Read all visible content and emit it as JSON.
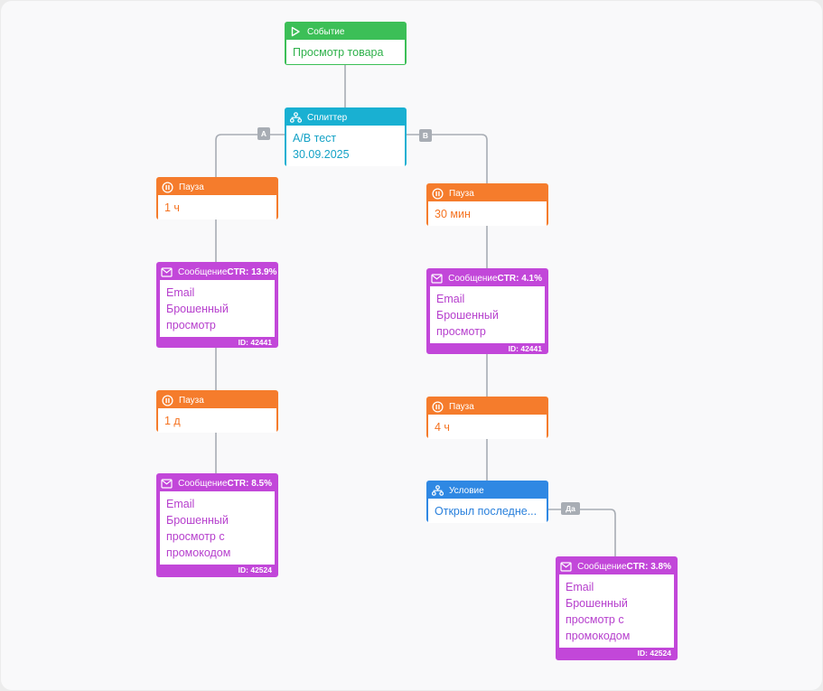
{
  "nodes": {
    "event": {
      "type": "Событие",
      "text": "Просмотр товара"
    },
    "splitter": {
      "type": "Сплиттер",
      "line1": "A/B тест",
      "line2": "30.09.2025"
    },
    "pause_a1": {
      "type": "Пауза",
      "text": "1 ч"
    },
    "msg_a1": {
      "type": "Сообщение",
      "ctr": "CTR: 13.9%",
      "line1": "Email",
      "line2": "Брошенный",
      "line3": "просмотр",
      "id": "ID: 42441"
    },
    "pause_a2": {
      "type": "Пауза",
      "text": "1 д"
    },
    "msg_a2": {
      "type": "Сообщение",
      "ctr": "CTR: 8.5%",
      "line1": "Email",
      "line2": "Брошенный",
      "line3": "просмотр с",
      "line4": "промокодом",
      "id": "ID: 42524"
    },
    "pause_b1": {
      "type": "Пауза",
      "text": "30 мин"
    },
    "msg_b1": {
      "type": "Сообщение",
      "ctr": "CTR: 4.1%",
      "line1": "Email",
      "line2": "Брошенный",
      "line3": "просмотр",
      "id": "ID: 42441"
    },
    "pause_b2": {
      "type": "Пауза",
      "text": "4 ч"
    },
    "condition": {
      "type": "Условие",
      "text": "Открыл последне..."
    },
    "msg_c1": {
      "type": "Сообщение",
      "ctr": "CTR: 3.8%",
      "line1": "Email",
      "line2": "Брошенный",
      "line3": "просмотр с",
      "line4": "промокодом",
      "id": "ID: 42524"
    }
  },
  "edge_labels": {
    "a": "A",
    "b": "B",
    "yes": "Да"
  },
  "colors": {
    "event": "#3cbf57",
    "splitter": "#19b0d2",
    "pause": "#f57c2c",
    "message": "#c247d9",
    "condition": "#2f88e3",
    "connector": "#a8adb4"
  },
  "icons": {
    "event": "play-icon",
    "splitter": "splitter-icon",
    "pause": "pause-icon",
    "message": "envelope-icon",
    "condition": "condition-icon"
  }
}
